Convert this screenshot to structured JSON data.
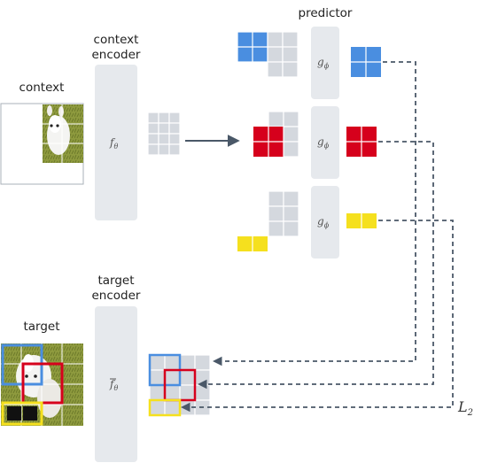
{
  "labels": {
    "context": "context",
    "context_encoder": [
      "context",
      "encoder"
    ],
    "predictor": "predictor",
    "target": "target",
    "target_encoder": [
      "target",
      "encoder"
    ],
    "loss": "L",
    "loss_sub": "2"
  },
  "symbols": {
    "f_theta": "f",
    "f_sub": "θ",
    "g_phi": "g",
    "g_sub": "ϕ"
  },
  "colors": {
    "blue": "#4a8ee0",
    "red": "#d6001c",
    "yellow": "#f5e01e",
    "grey_cell": "#d4d8de",
    "encoder_bg": "#e6e9ed",
    "dashed_line": "#4a5868",
    "arrow": "#4a5868"
  }
}
